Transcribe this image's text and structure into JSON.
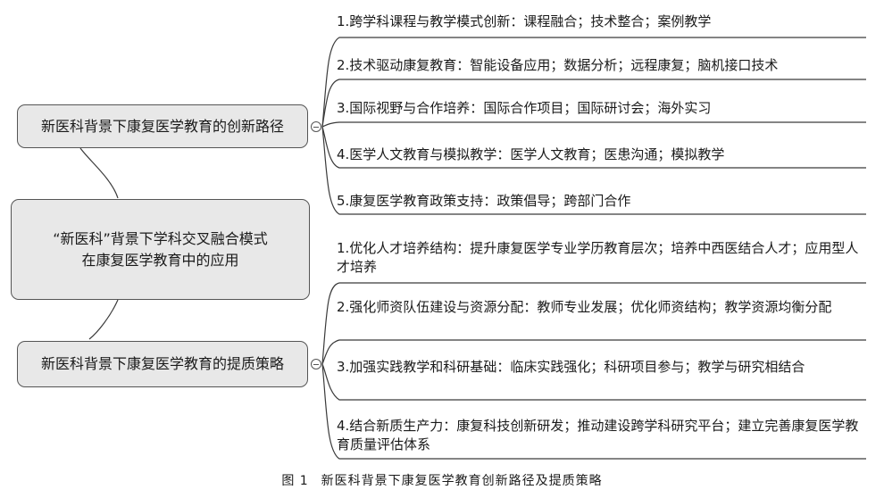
{
  "central_topic": "“新医科”背景下学科交叉融合模式\n在康复医学教育中的应用",
  "branches": [
    {
      "label": "新医科背景下康复医学教育的创新路径",
      "items": [
        "1.跨学科课程与教学模式创新：课程融合；技术整合；案例教学",
        "2.技术驱动康复教育：智能设备应用；数据分析；远程康复；脑机接口技术",
        "3.国际视野与合作培养：国际合作项目；国际研讨会；海外实习",
        "4.医学人文教育与模拟教学：医学人文教育；医患沟通；模拟教学",
        "5.康复医学教育政策支持：政策倡导；跨部门合作"
      ]
    },
    {
      "label": "新医科背景下康复医学教育的提质策略",
      "items": [
        "1.优化人才培养结构：提升康复医学专业学历教育层次；培养中西医结合人才；应用型人才培养",
        "2.强化师资队伍建设与资源分配：教师专业发展；优化师资结构；教学资源均衡分配",
        "3.加强实践教学和科研基础：临床实践强化；科研项目参与；教学与研究相结合",
        "4.结合新质生产力：康复科技创新研发；推动建设跨学科研究平台；建立完善康复医学教育质量评估体系"
      ]
    }
  ],
  "caption": {
    "number": "图 1",
    "title": "新医科背景下康复医学教育创新路径及提质策略"
  }
}
